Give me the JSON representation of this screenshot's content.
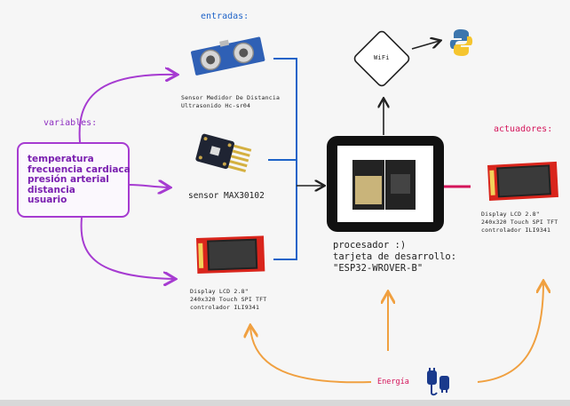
{
  "sections": {
    "inputs": "entradas:",
    "variables": "variables:",
    "actuators": "actuadores:",
    "energy": "Energía",
    "wifi": "WiFi"
  },
  "variables_list": [
    "temperatura",
    "frecuencia cardiaca",
    "presión arterial",
    "distancia",
    "usuario"
  ],
  "inputs": {
    "ultrasonic": [
      "Sensor Medidor De Distancia",
      "Ultrasonido Hc-sr04"
    ],
    "max": "sensor MAX30102",
    "lcd": [
      "Display LCD 2.8\"",
      "240x320 Touch SPI TFT",
      "controlador ILI9341"
    ]
  },
  "processor": [
    "procesador :)",
    "tarjeta de desarrollo:",
    "\"ESP32-WROVER-B\""
  ],
  "actuator_lcd": [
    "Display LCD 2.8\"",
    "240x320 Touch SPI TFT",
    "controlador ILI9341"
  ],
  "colors": {
    "purple": "#a63bd1",
    "blue": "#1e63c8",
    "orange": "#f0a040",
    "red": "#d4145a",
    "board_red": "#d9251c"
  },
  "icons": [
    "ultrasonic-sensor-icon",
    "max30102-sensor-icon",
    "lcd-display-icon",
    "esp32-board-icon",
    "wifi-node-icon",
    "python-logo-icon",
    "power-plug-icon"
  ]
}
